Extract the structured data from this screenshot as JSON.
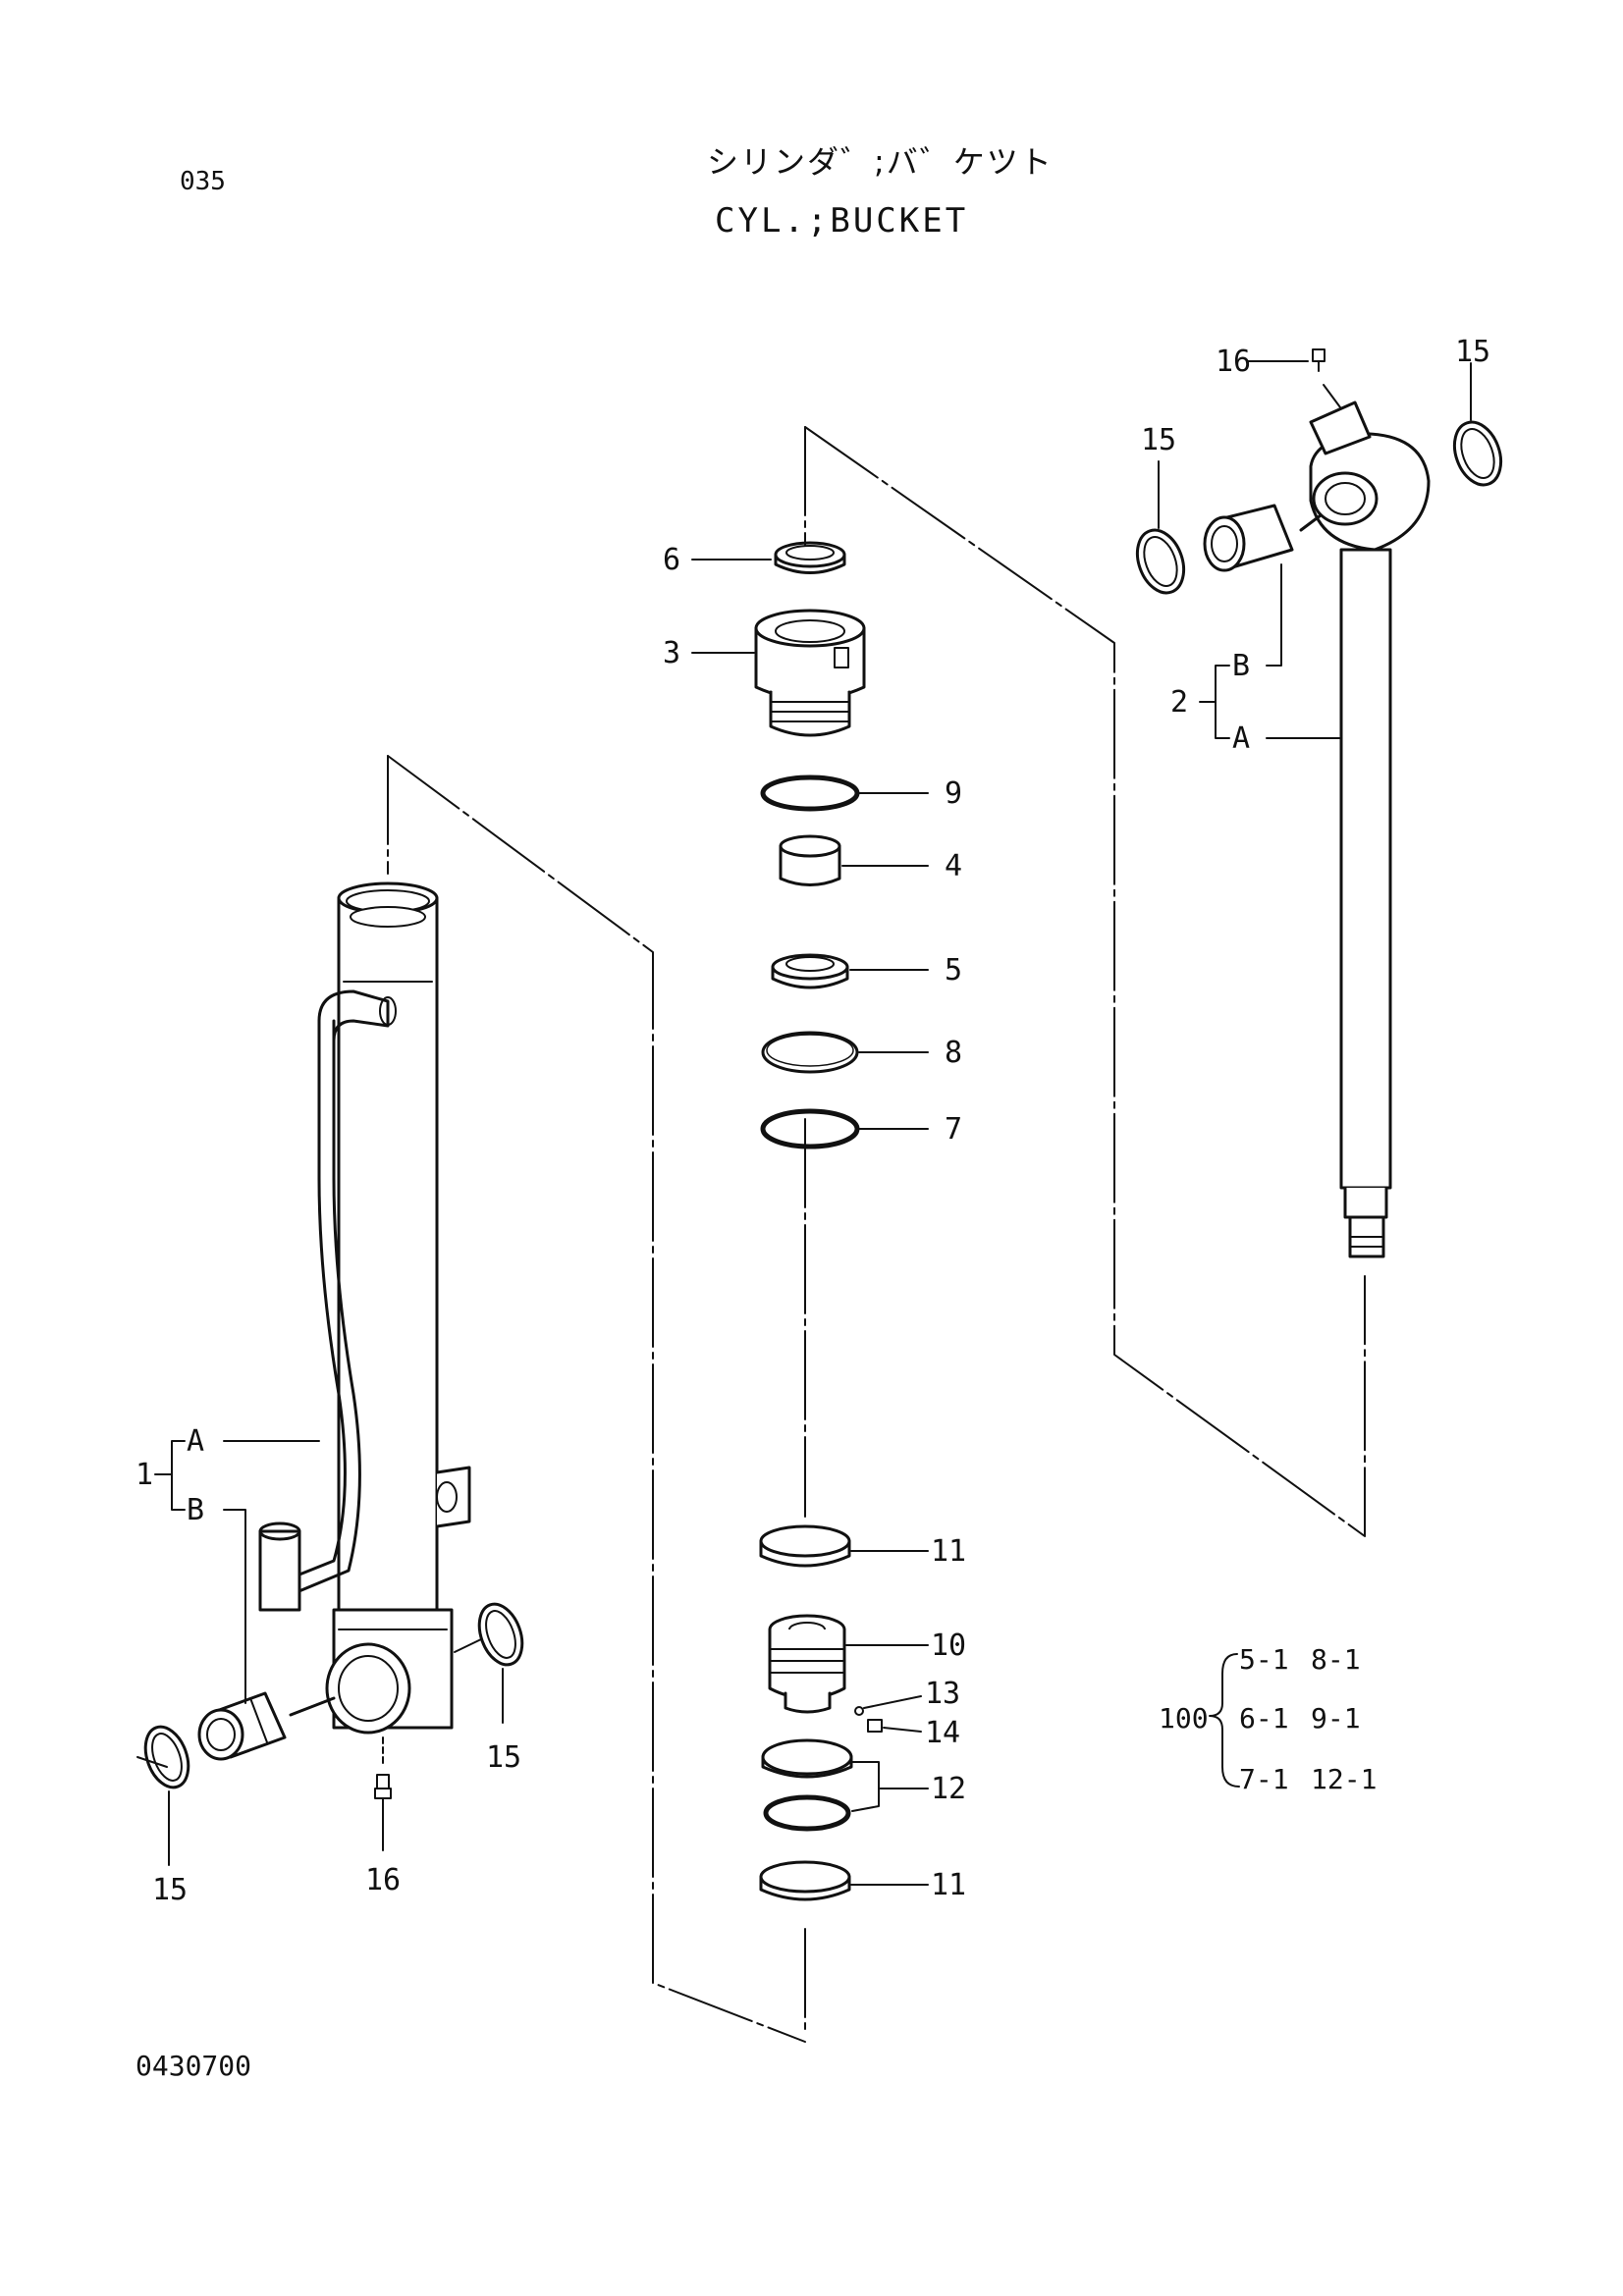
{
  "header": {
    "page_number": "035",
    "title_jp": "シリンダ゛;バ゛ケツト",
    "title_en": "CYL.;BUCKET"
  },
  "footer": {
    "drawing_number": "0430700"
  },
  "callouts": {
    "p1": "1",
    "p1a": "A",
    "p1b": "B",
    "p2": "2",
    "p2a": "A",
    "p2b": "B",
    "p3": "3",
    "p4": "4",
    "p5": "5",
    "p6": "6",
    "p7": "7",
    "p8": "8",
    "p9": "9",
    "p10": "10",
    "p11a": "11",
    "p11b": "11",
    "p12": "12",
    "p13": "13",
    "p14": "14",
    "p15a": "15",
    "p15b": "15",
    "p15c": "15",
    "p15d": "15",
    "p16a": "16",
    "p16b": "16"
  },
  "kit": {
    "label": "100",
    "items": [
      "5-1",
      "8-1",
      "6-1",
      "9-1",
      "7-1",
      "12-1"
    ]
  }
}
